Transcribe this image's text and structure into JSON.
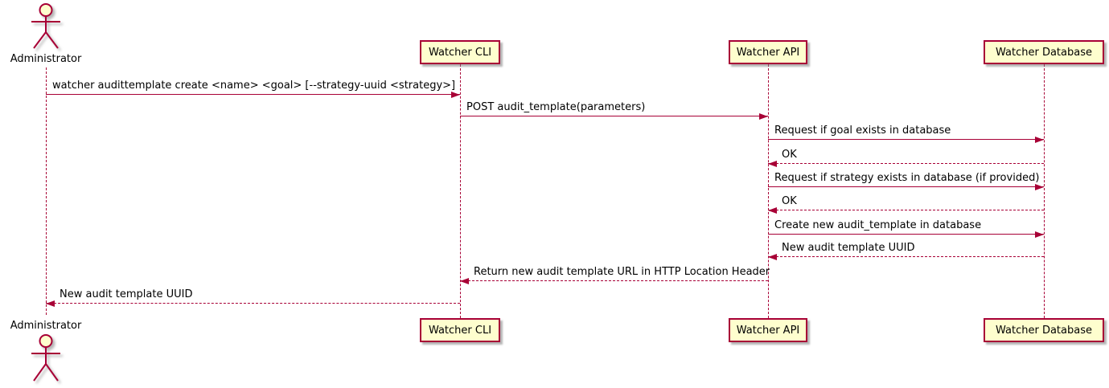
{
  "diagram": {
    "type": "sequence-diagram",
    "actor": {
      "label": "Administrator"
    },
    "participants": [
      {
        "label": "Watcher CLI"
      },
      {
        "label": "Watcher API"
      },
      {
        "label": "Watcher Database"
      }
    ],
    "messages": [
      {
        "text": "watcher audittemplate create <name> <goal> [--strategy-uuid <strategy>]",
        "from": "Administrator",
        "to": "Watcher CLI",
        "line": "solid"
      },
      {
        "text": "POST audit_template(parameters)",
        "from": "Watcher CLI",
        "to": "Watcher API",
        "line": "solid"
      },
      {
        "text": "Request if goal exists in database",
        "from": "Watcher API",
        "to": "Watcher Database",
        "line": "solid"
      },
      {
        "text": "OK",
        "from": "Watcher Database",
        "to": "Watcher API",
        "line": "dashed"
      },
      {
        "text": "Request if strategy exists in database (if provided)",
        "from": "Watcher API",
        "to": "Watcher Database",
        "line": "solid"
      },
      {
        "text": "OK",
        "from": "Watcher Database",
        "to": "Watcher API",
        "line": "dashed"
      },
      {
        "text": "Create new audit_template in database",
        "from": "Watcher API",
        "to": "Watcher Database",
        "line": "solid"
      },
      {
        "text": "New audit template UUID",
        "from": "Watcher Database",
        "to": "Watcher API",
        "line": "dashed"
      },
      {
        "text": "Return new audit template URL in HTTP Location Header",
        "from": "Watcher API",
        "to": "Watcher CLI",
        "line": "dashed"
      },
      {
        "text": "New audit template UUID",
        "from": "Watcher CLI",
        "to": "Administrator",
        "line": "dashed"
      }
    ],
    "colors": {
      "stroke": "#A80036",
      "participant_fill": "#FEFECE",
      "text": "#000000",
      "background": "#FFFFFF"
    }
  }
}
